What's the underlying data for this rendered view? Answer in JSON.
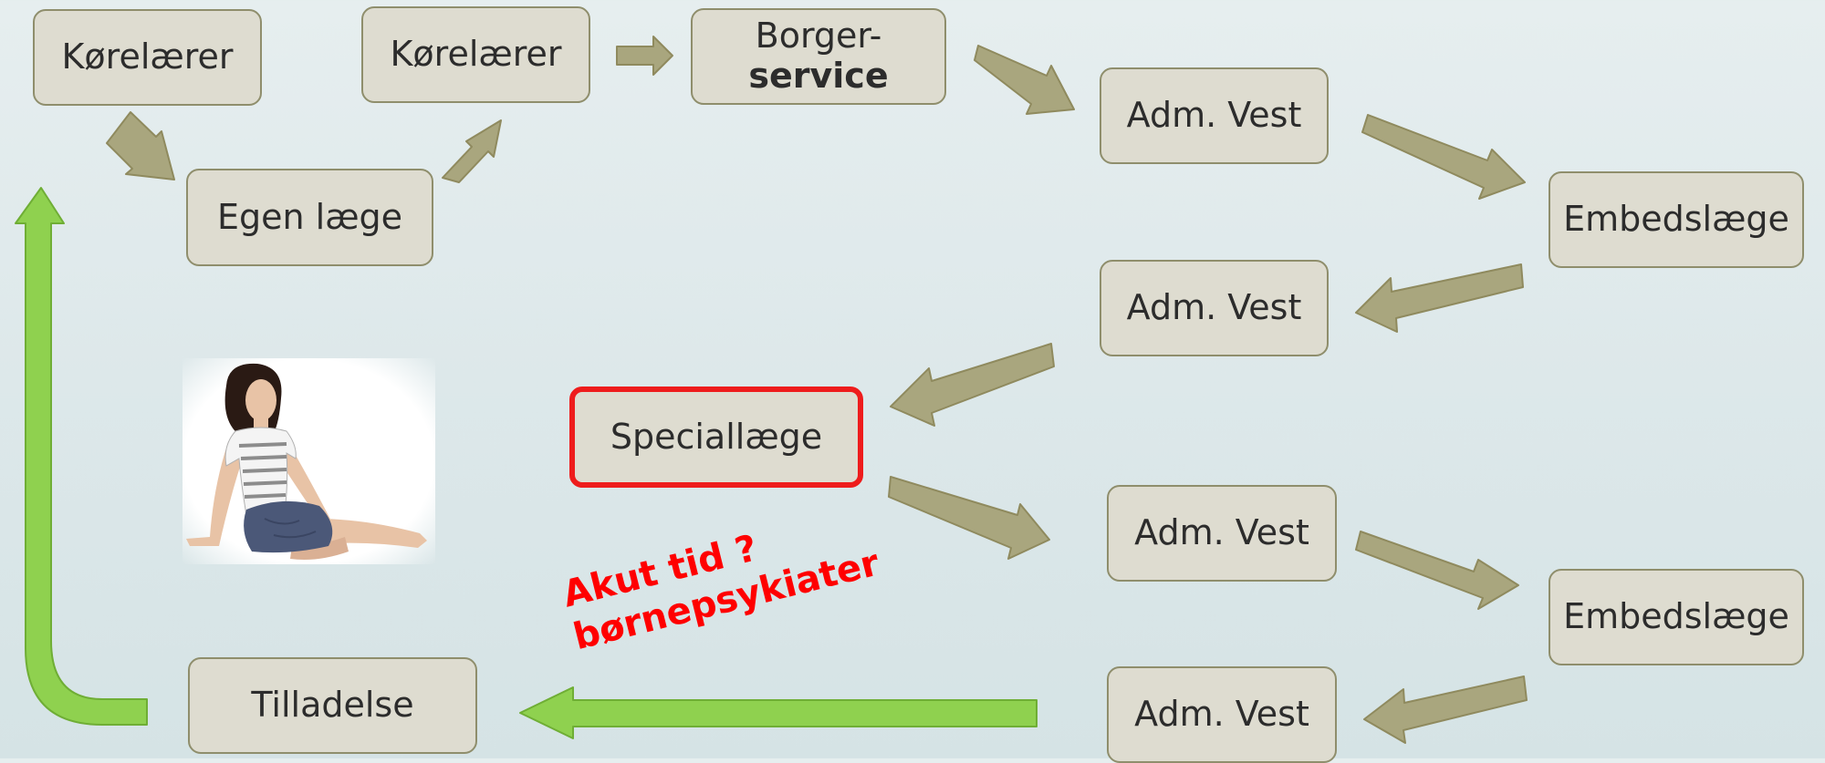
{
  "nodes": {
    "korelaerer_1": "Kørelærer",
    "egen_laege": "Egen læge",
    "korelaerer_2": "Kørelærer",
    "borger_line1": "Borger-",
    "borger_line2": "service",
    "adm_vest_1": "Adm. Vest",
    "embedslaege_1": "Embedslæge",
    "adm_vest_2": "Adm. Vest",
    "speciallaege": "Speciallæge",
    "adm_vest_3": "Adm. Vest",
    "embedslaege_2": "Embedslæge",
    "adm_vest_4": "Adm. Vest",
    "tilladelse": "Tilladelse"
  },
  "note": {
    "line1": "Akut tid ?",
    "line2": "børnepsykiater"
  },
  "colors": {
    "box_fill": "#dedcd0",
    "box_border": "#8f8e6c",
    "arrow_olive": "#a9a67e",
    "arrow_green": "#8fd14f",
    "highlight_red": "#ee1c1c"
  }
}
